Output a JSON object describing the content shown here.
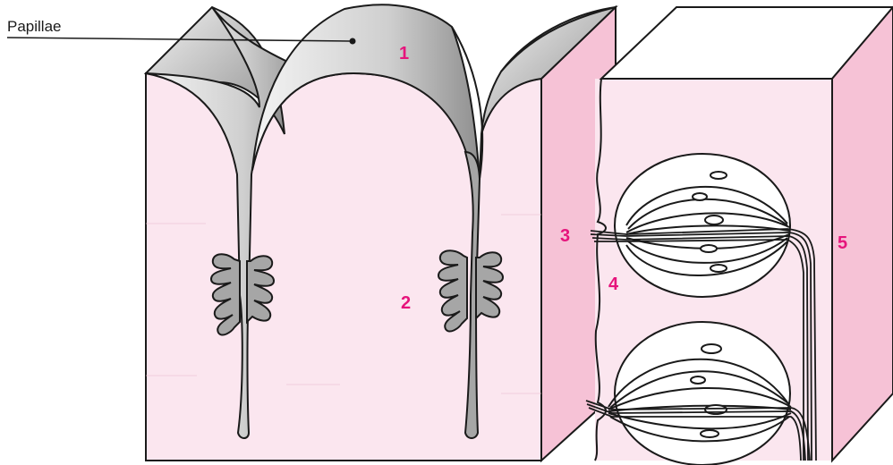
{
  "title_label": "Papillae",
  "markers": [
    "1",
    "2",
    "3",
    "4",
    "5"
  ],
  "colors": {
    "tissue_light": "#fbe6ef",
    "tissue_side": "#f6c2d6",
    "papilla_grey_light": "#ececec",
    "papilla_grey_dark": "#9a9a9a",
    "gland_grey": "#a6a6a6",
    "outline": "#1a1a1a",
    "marker": "#e6147c"
  }
}
